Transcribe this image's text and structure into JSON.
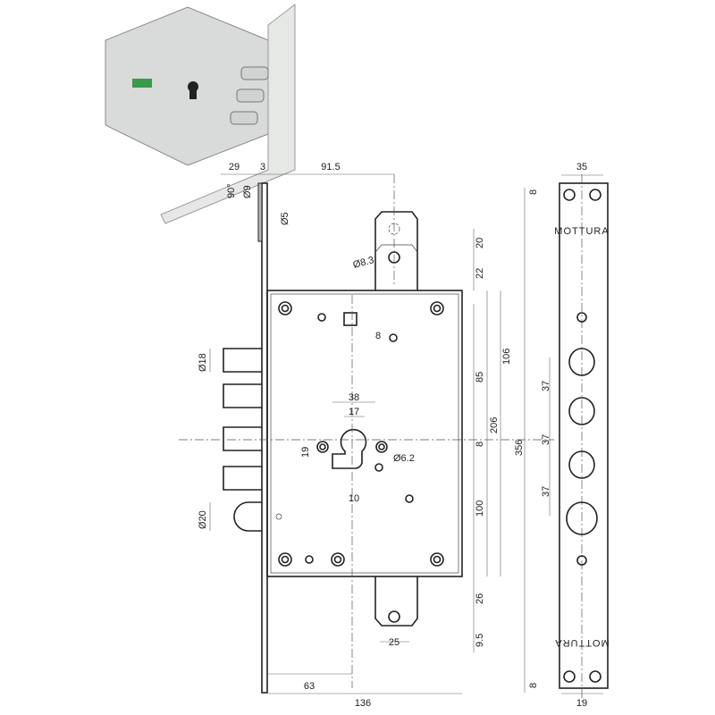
{
  "brand": "MOTTURA",
  "dimensions": {
    "backset_29": "29",
    "plate_3": "3",
    "width_91_5": "91.5",
    "angle_90": "90°",
    "dia_9": "Ø9",
    "dia_5": "Ø5",
    "dia_8_3": "Ø8.3",
    "top_20": "20",
    "top_22": "22",
    "square_8": "8",
    "bolt_dia_18": "Ø18",
    "h_106": "106",
    "h_85": "85",
    "cyl_38": "38",
    "cyl_17": "17",
    "cyl_19": "19",
    "center_8": "8",
    "dia_6_2": "Ø6.2",
    "h_206": "206",
    "total_356": "356",
    "cyl_10": "10",
    "h_100": "100",
    "latch_dia_20": "Ø20",
    "bottom_26": "26",
    "bottom_9_5": "9.5",
    "bracket_25": "25",
    "w_63": "63",
    "w_136": "136",
    "face_35": "35",
    "face_top_8": "8",
    "pitch_37_a": "37",
    "pitch_37_b": "37",
    "pitch_37_c": "37",
    "face_bottom_8": "8",
    "face_19": "19"
  }
}
